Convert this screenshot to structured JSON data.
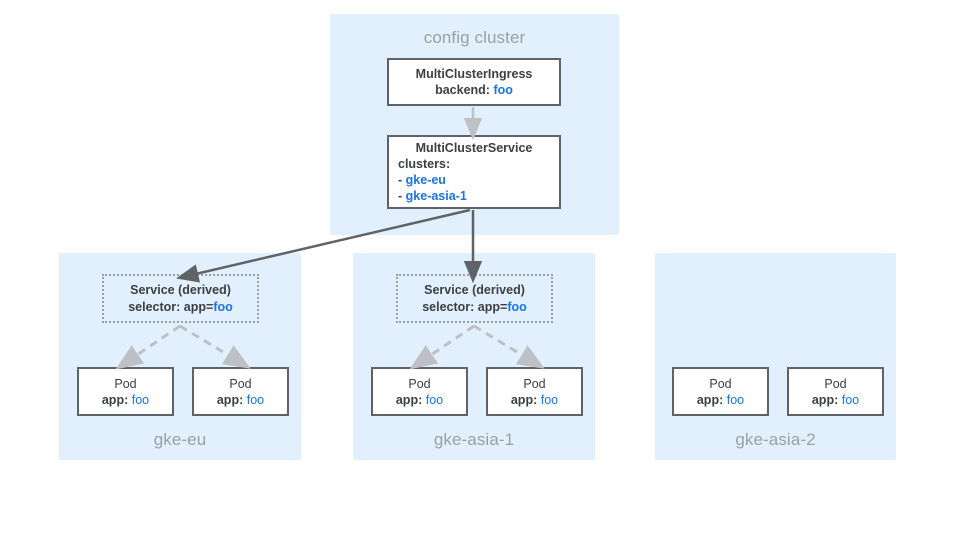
{
  "diagram": {
    "title_config_cluster": "config cluster",
    "config_cluster": {
      "ingress": {
        "title": "MultiClusterIngress",
        "field_label": "backend:",
        "field_value": "foo"
      },
      "service": {
        "title": "MultiClusterService",
        "field_label": "clusters:",
        "items": [
          {
            "bullet": "-",
            "value": "gke-eu"
          },
          {
            "bullet": "-",
            "value": "gke-asia-1"
          }
        ]
      }
    },
    "clusters": [
      {
        "name": "gke-eu",
        "label": "gke-eu",
        "derived_service": {
          "title": "Service (derived)",
          "selector_label": "selector: app=",
          "selector_value": "foo"
        },
        "pods": [
          {
            "title": "Pod",
            "label": "app:",
            "value": "foo"
          },
          {
            "title": "Pod",
            "label": "app:",
            "value": "foo"
          }
        ]
      },
      {
        "name": "gke-asia-1",
        "label": "gke-asia-1",
        "derived_service": {
          "title": "Service (derived)",
          "selector_label": "selector: app=",
          "selector_value": "foo"
        },
        "pods": [
          {
            "title": "Pod",
            "label": "app:",
            "value": "foo"
          },
          {
            "title": "Pod",
            "label": "app:",
            "value": "foo"
          }
        ]
      },
      {
        "name": "gke-asia-2",
        "label": "gke-asia-2",
        "derived_service": null,
        "pods": [
          {
            "title": "Pod",
            "label": "app:",
            "value": "foo"
          },
          {
            "title": "Pod",
            "label": "app:",
            "value": "foo"
          }
        ]
      }
    ],
    "colors": {
      "panel_background": "#e2effc",
      "node_border": "#5f6368",
      "node_text": "#3c4043",
      "accent_blue": "#1a73e8",
      "muted_gray": "#9aa0a6",
      "arrow_dark": "#5f6368",
      "arrow_dashed": "#bdc1c6",
      "canvas": "#ffffff"
    }
  }
}
